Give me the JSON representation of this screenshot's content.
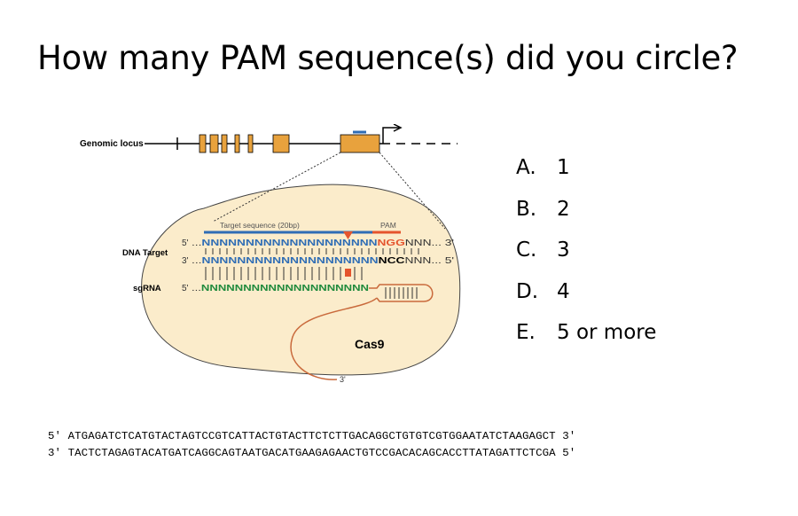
{
  "title": "How many PAM sequence(s) did you circle?",
  "diagram": {
    "genomic_locus_label": "Genomic locus",
    "target_sequence_label": "Target sequence (20bp)",
    "pam_label": "PAM",
    "dna_target_label": "DNA Target",
    "sgrna_label": "sgRNA",
    "five_prime": "5'",
    "three_prime": "3'",
    "strand_top_end": "...NNNNNNNNNNNNNNNNNNNNNGGNNN... 3'",
    "strand_top": {
      "prefix": "...",
      "target": "NNNNNNNNNNNNNNNNNNNN",
      "pam": "NGG",
      "suffix": "NNN... 3'"
    },
    "strand_bottom": {
      "prefix": "...",
      "target": "NNNNNNNNNNNNNNNNNNNN",
      "pam": "NCC",
      "suffix": "NNN... 5'"
    },
    "sgrna_strand": {
      "prefix": "...",
      "target": "NNNNNNNNNNNNNNNNNNNN"
    },
    "cas9_label": "Cas9",
    "tail_end": "3'",
    "colors": {
      "exon": "#e8a23d",
      "cell": "#fbeccb",
      "blue": "#2f6db5",
      "pam": "#e5542d",
      "green": "#1f8a3c",
      "rna": "#c96a3c"
    }
  },
  "options": [
    {
      "letter": "A.",
      "text": "1"
    },
    {
      "letter": "B.",
      "text": "2"
    },
    {
      "letter": "C.",
      "text": "3"
    },
    {
      "letter": "D.",
      "text": "4"
    },
    {
      "letter": "E.",
      "text": "5 or more"
    }
  ],
  "sequences": {
    "top": "5′ ATGAGATCTCATGTACTAGTCCGTCATTACTGTACTTCTCTTGACAGGCTGTGTCGTGGAATATCTAAGAGCT 3′",
    "bottom": "3′ TACTCTAGAGTACATGATCAGGCAGTAATGACATGAAGAGAACTGTCCGACACAGCACCTTATAGATTCTCGA 5′"
  }
}
